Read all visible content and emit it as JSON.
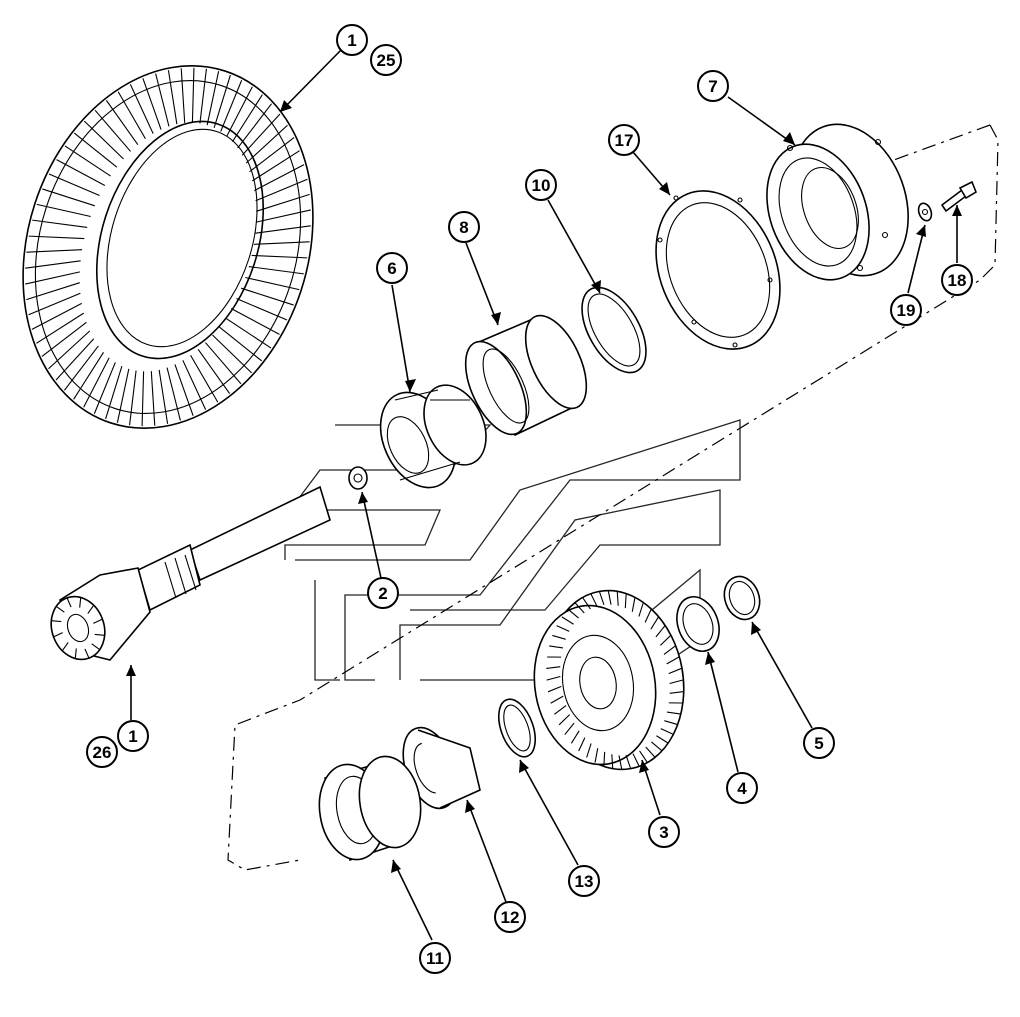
{
  "callouts": [
    {
      "id": "c1a",
      "label": "1"
    },
    {
      "id": "c25",
      "label": "25"
    },
    {
      "id": "c7",
      "label": "7"
    },
    {
      "id": "c17",
      "label": "17"
    },
    {
      "id": "c10",
      "label": "10"
    },
    {
      "id": "c8",
      "label": "8"
    },
    {
      "id": "c6",
      "label": "6"
    },
    {
      "id": "c19",
      "label": "19"
    },
    {
      "id": "c18",
      "label": "18"
    },
    {
      "id": "c2",
      "label": "2"
    },
    {
      "id": "c1b",
      "label": "1"
    },
    {
      "id": "c26",
      "label": "26"
    },
    {
      "id": "c5",
      "label": "5"
    },
    {
      "id": "c4",
      "label": "4"
    },
    {
      "id": "c3",
      "label": "3"
    },
    {
      "id": "c13",
      "label": "13"
    },
    {
      "id": "c12",
      "label": "12"
    },
    {
      "id": "c11",
      "label": "11"
    }
  ],
  "colors": {
    "ink": "#000000",
    "paper": "#ffffff"
  }
}
